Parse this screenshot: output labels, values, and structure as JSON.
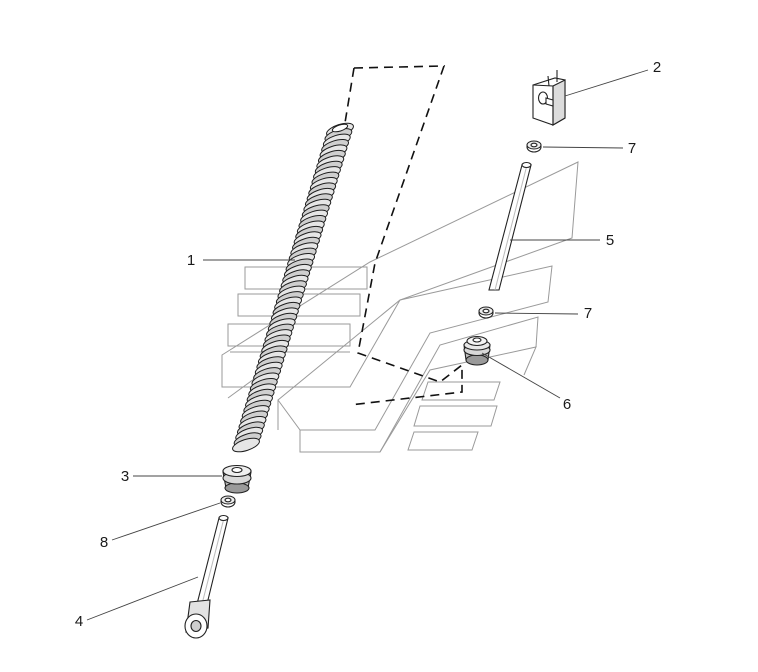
{
  "callouts": [
    {
      "label": "1",
      "part": "spring"
    },
    {
      "label": "2",
      "part": "clevis"
    },
    {
      "label": "3",
      "part": "lower-spring-seat"
    },
    {
      "label": "4",
      "part": "lower-rod-eye"
    },
    {
      "label": "5",
      "part": "upper-rod"
    },
    {
      "label": "6",
      "part": "upper-spring-seat"
    },
    {
      "label": "7",
      "part": "nut-upper"
    },
    {
      "label": "7",
      "part": "nut-middle"
    },
    {
      "label": "8",
      "part": "nut-lower"
    }
  ]
}
